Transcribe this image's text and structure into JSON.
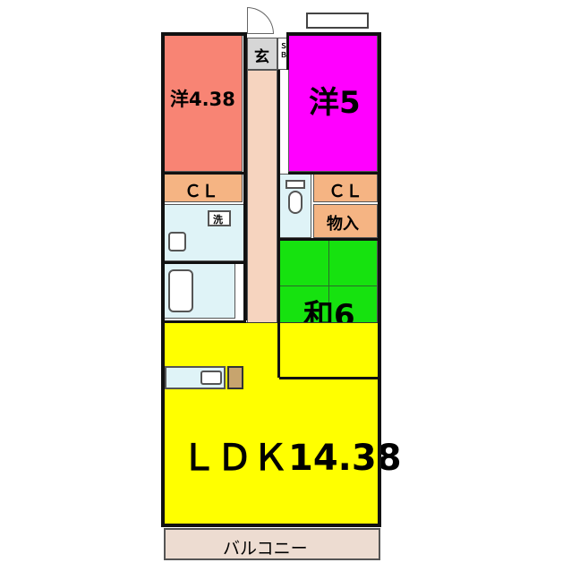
{
  "rooms": {
    "western_left": {
      "label": "洋4.38",
      "color": "#f88474"
    },
    "western_right": {
      "label": "洋5",
      "color": "#ff00ff"
    },
    "closet_left": {
      "label": "ＣＬ",
      "color": "#f5b483"
    },
    "closet_right": {
      "label": "ＣＬ",
      "color": "#f5b483"
    },
    "storage": {
      "label": "物入",
      "color": "#f5b483"
    },
    "japanese": {
      "label": "和6",
      "color": "#16e20f"
    },
    "ldk": {
      "label": "ＬＤＫ14.38",
      "color": "#ffff00"
    },
    "genkan": {
      "label": "玄",
      "color": "#d6d6d6"
    },
    "shoe_box": {
      "label": "Ｓ\nＢ"
    },
    "washroom": {
      "label": "洗"
    },
    "balcony": {
      "label": "バルコニー",
      "color": "#eddcd1"
    },
    "hallway": {
      "color": "#f6d4bf"
    },
    "water_area": {
      "color": "#dff3f7"
    }
  }
}
